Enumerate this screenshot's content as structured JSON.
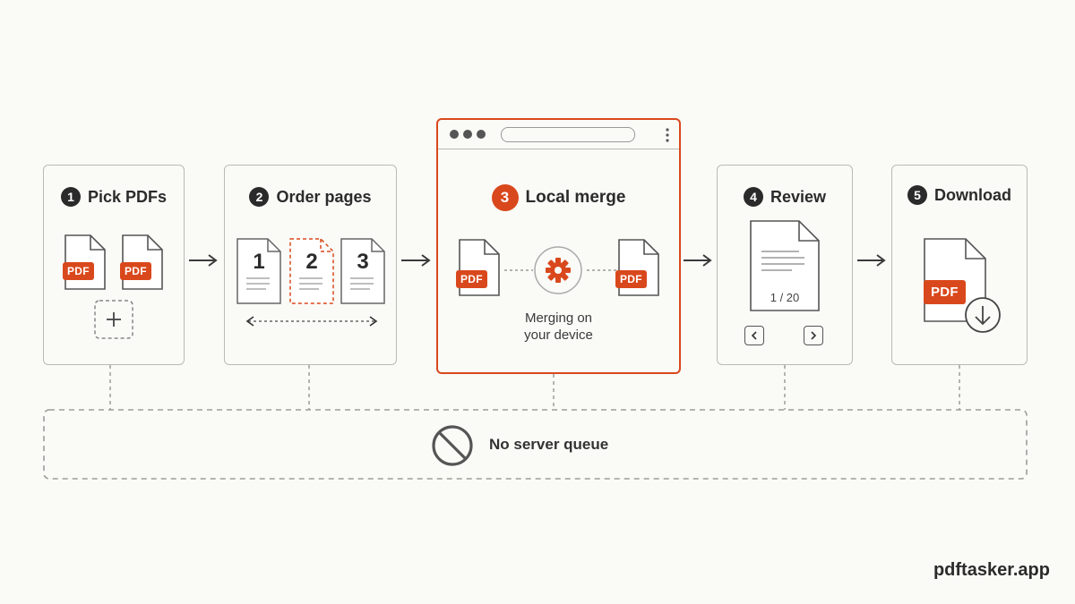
{
  "steps": [
    {
      "number": "1",
      "label": "Pick PDFs"
    },
    {
      "number": "2",
      "label": "Order pages"
    },
    {
      "number": "3",
      "label": "Local merge"
    },
    {
      "number": "4",
      "label": "Review"
    },
    {
      "number": "5",
      "label": "Download"
    }
  ],
  "file_badge": "PDF",
  "order_pages": [
    "1",
    "2",
    "3"
  ],
  "merge_caption_line1": "Merging on",
  "merge_caption_line2": "your device",
  "review_counter": "1 / 20",
  "bottom_note": "No server queue",
  "brand": "pdftasker.app",
  "colors": {
    "accent": "#d9481c",
    "border": "#b9b9b6",
    "background": "#fafaf7",
    "text": "#2b2b2b"
  },
  "icons": [
    "pdf-file-icon",
    "add-icon",
    "gear-icon",
    "download-icon",
    "prohibited-icon",
    "chevron-left-icon",
    "chevron-right-icon",
    "arrow-right-icon"
  ]
}
